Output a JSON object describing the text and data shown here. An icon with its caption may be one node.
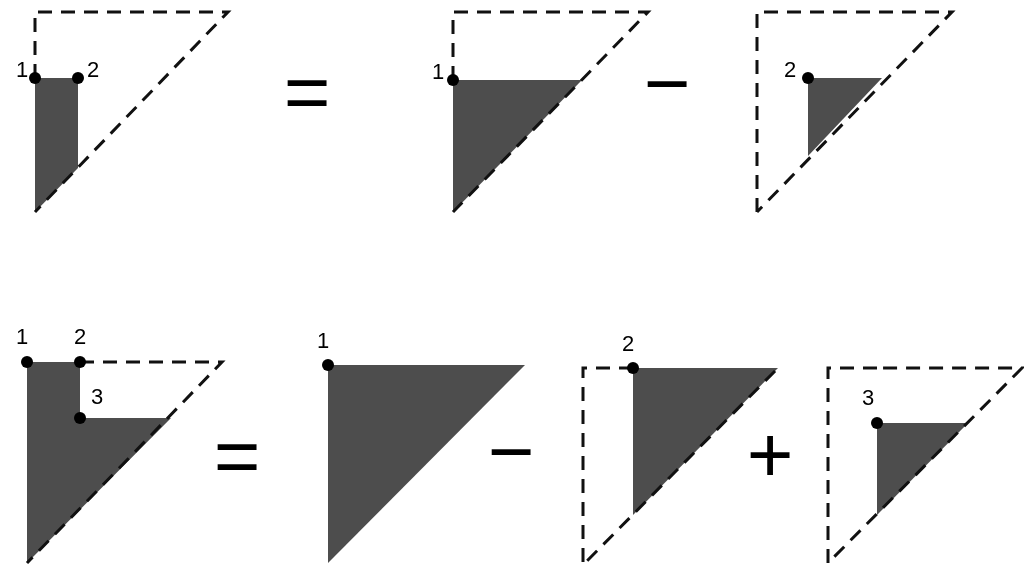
{
  "diagram": {
    "labels": [
      "1",
      "2",
      "=",
      "1",
      "−",
      "2",
      "1",
      "2",
      "3",
      "=",
      "1",
      "−",
      "2",
      "+",
      "3"
    ]
  }
}
